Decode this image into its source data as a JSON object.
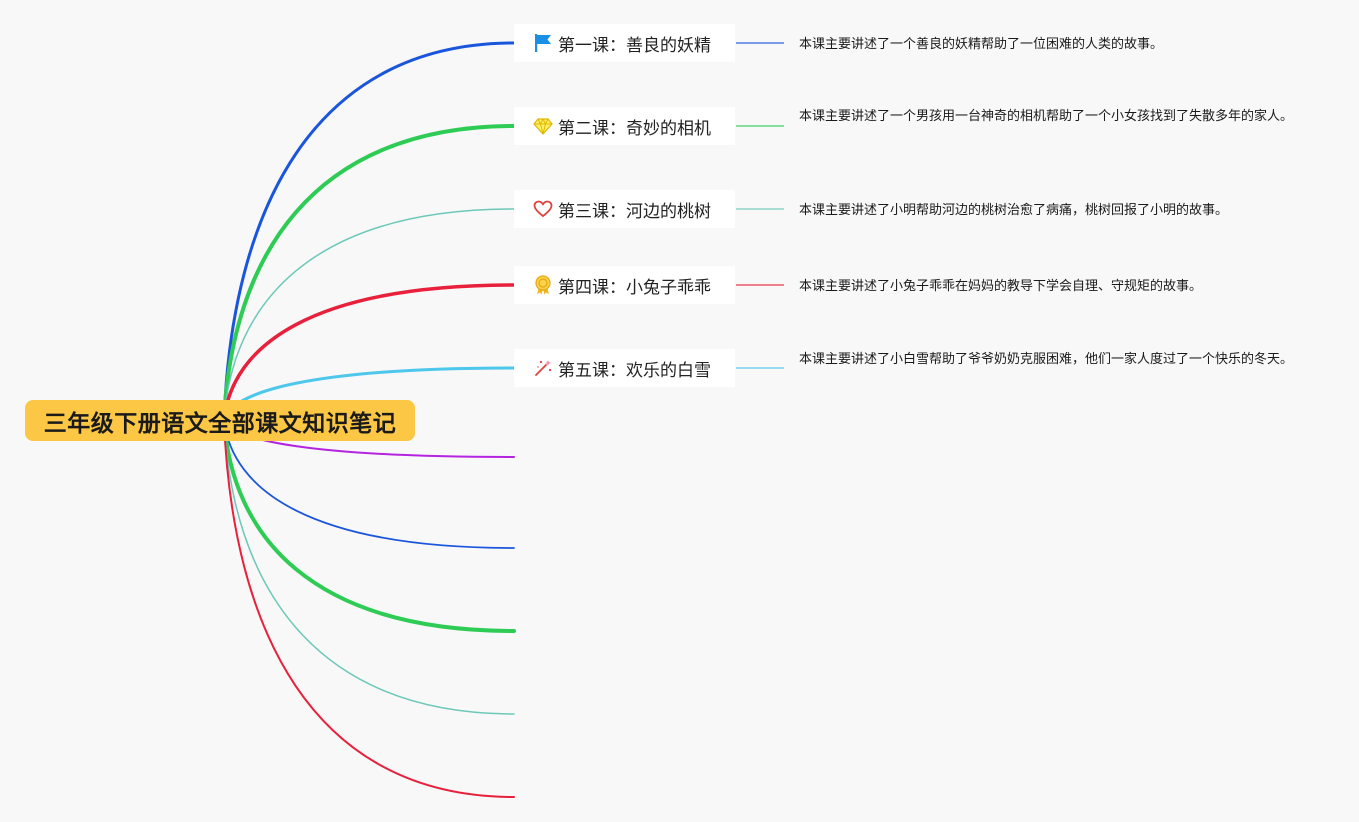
{
  "root": {
    "title": "三年级下册语文全部课文知识笔记"
  },
  "lessons": [
    {
      "title": "第一课：善良的妖精",
      "note": "本课主要讲述了一个善良的妖精帮助了一位困难的人类的故事。",
      "icon": "flag-icon",
      "color": "#1a56db"
    },
    {
      "title": "第二课：奇妙的相机",
      "note": "本课主要讲述了一个男孩用一台神奇的相机帮助了一个小女孩找到了失散多年的家人。",
      "icon": "diamond-icon",
      "color": "#2ecc55"
    },
    {
      "title": "第三课：河边的桃树",
      "note": "本课主要讲述了小明帮助河边的桃树治愈了病痛，桃树回报了小明的故事。",
      "icon": "heart-icon",
      "color": "#6cc8b8"
    },
    {
      "title": "第四课：小兔子乖乖",
      "note": "本课主要讲述了小兔子乖乖在妈妈的教导下学会自理、守规矩的故事。",
      "icon": "medal-icon",
      "color": "#e8203c"
    },
    {
      "title": "第五课：欢乐的白雪",
      "note": "本课主要讲述了小白雪帮助了爷爷奶奶克服困难，他们一家人度过了一个快乐的冬天。",
      "icon": "sparkle-icon",
      "color": "#4ec7ec"
    }
  ],
  "empty_branch_colors": [
    "#b424e0",
    "#1a56db",
    "#2ecc55",
    "#6cc8b8",
    "#e8203c"
  ]
}
